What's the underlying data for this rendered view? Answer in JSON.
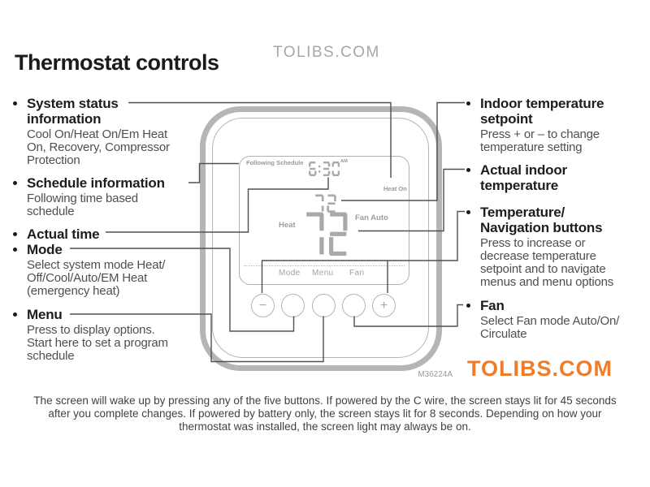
{
  "header": {
    "title": "Thermostat controls",
    "watermark": "TOLIBS.COM"
  },
  "left_callouts": [
    {
      "title_lines": [
        "System status",
        "information"
      ],
      "body_lines": [
        "Cool On/Heat On/Em Heat",
        "On, Recovery, Compressor",
        "Protection"
      ]
    },
    {
      "title_lines": [
        "Schedule information"
      ],
      "body_lines": [
        "Following time based",
        "schedule"
      ]
    },
    {
      "title_lines": [
        "Actual time"
      ],
      "body_lines": []
    },
    {
      "title_lines": [
        "Mode"
      ],
      "body_lines": [
        "Select system mode Heat/",
        "Off/Cool/Auto/EM Heat",
        "(emergency heat)"
      ]
    },
    {
      "title_lines": [
        "Menu"
      ],
      "body_lines": [
        "Press to display options.",
        "Start here to set a program",
        "schedule"
      ]
    }
  ],
  "right_callouts": [
    {
      "title_lines": [
        "Indoor temperature",
        "setpoint"
      ],
      "body_lines": [
        "Press + or – to change",
        "temperature setting"
      ]
    },
    {
      "title_lines": [
        "Actual indoor",
        "temperature"
      ],
      "body_lines": []
    },
    {
      "title_lines": [
        "Temperature/",
        "Navigation buttons"
      ],
      "body_lines": [
        "Press to increase or",
        "decrease temperature",
        "setpoint and to navigate",
        "menus and menu options"
      ]
    },
    {
      "title_lines": [
        "Fan"
      ],
      "body_lines": [
        "Select Fan mode Auto/On/",
        "Circulate"
      ]
    }
  ],
  "thermostat": {
    "display": {
      "schedule_status": "Following Schedule",
      "time": "6:30",
      "time_period": "AM",
      "system_status": "Heat On",
      "setpoint": "72",
      "mode_label": "Heat",
      "temperature": "72",
      "fan_label": "Fan Auto",
      "soft_keys": [
        "Mode",
        "Menu",
        "Fan"
      ]
    },
    "buttons": {
      "minus_label": "−",
      "plus_label": "+"
    },
    "model_number": "M36224A"
  },
  "footer": {
    "watermark": "TOLIBS.COM",
    "note_lines": [
      "The screen will wake up by pressing any of the five buttons. If powered by the C wire, the screen stays lit for 45 seconds",
      "after you complete changes. If powered by battery only, the screen stays lit for 8 seconds. Depending on how your",
      "thermostat was installed, the screen light may always be on."
    ]
  },
  "colors": {
    "accent_orange": "#ed7c2b",
    "lcd_gray": "#a7a9ac",
    "frame_gray": "#b3b5b7",
    "callout_line": "#4f5052"
  }
}
